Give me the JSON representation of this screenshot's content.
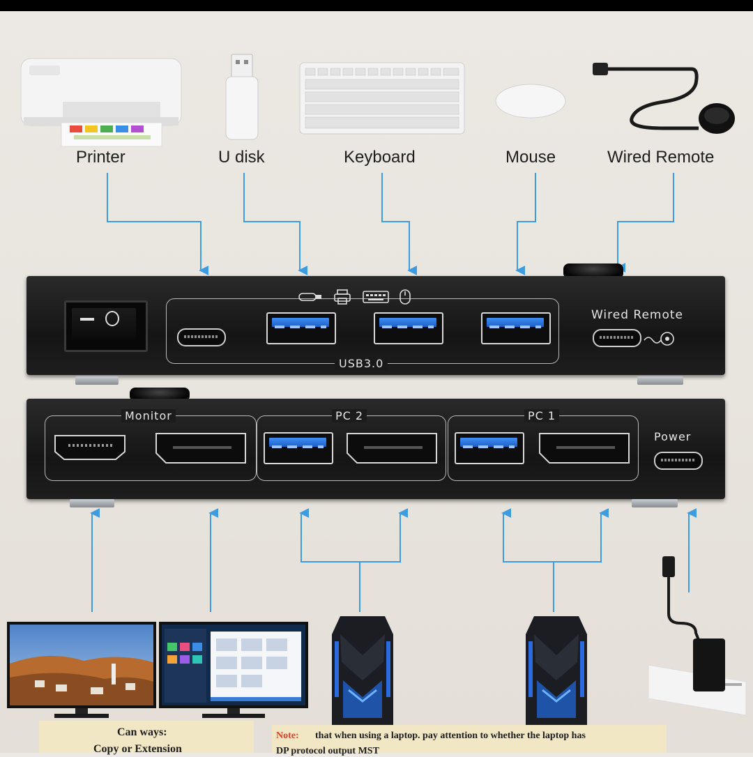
{
  "peripherals": {
    "printer": "Printer",
    "udisk": "U disk",
    "keyboard": "Keyboard",
    "mouse": "Mouse",
    "wired_remote": "Wired Remote"
  },
  "rear_panel": {
    "usb_label": "USB3.0",
    "remote_label": "Wired Remote"
  },
  "front_panel": {
    "monitor_label": "Monitor",
    "pc2_label": "PC 2",
    "pc1_label": "PC 1",
    "power_label": "Power"
  },
  "footer": {
    "can_ways": "Can ways:",
    "copy_ext": "Copy or Extension",
    "note_prefix": "Note:",
    "note_text": "that when using a laptop. pay attention to whether the laptop has",
    "note_text2": "DP protocol output MST"
  },
  "colors": {
    "wire": "#3d9be0",
    "port_blue": "#2f7ce6",
    "box": "#1c1c1c",
    "note_red": "#d9412b",
    "caption_bg": "#f1e7c5"
  },
  "icons": [
    "usb-plug-icon",
    "printer-icon",
    "keyboard-icon",
    "mouse-icon",
    "remote-icon"
  ]
}
